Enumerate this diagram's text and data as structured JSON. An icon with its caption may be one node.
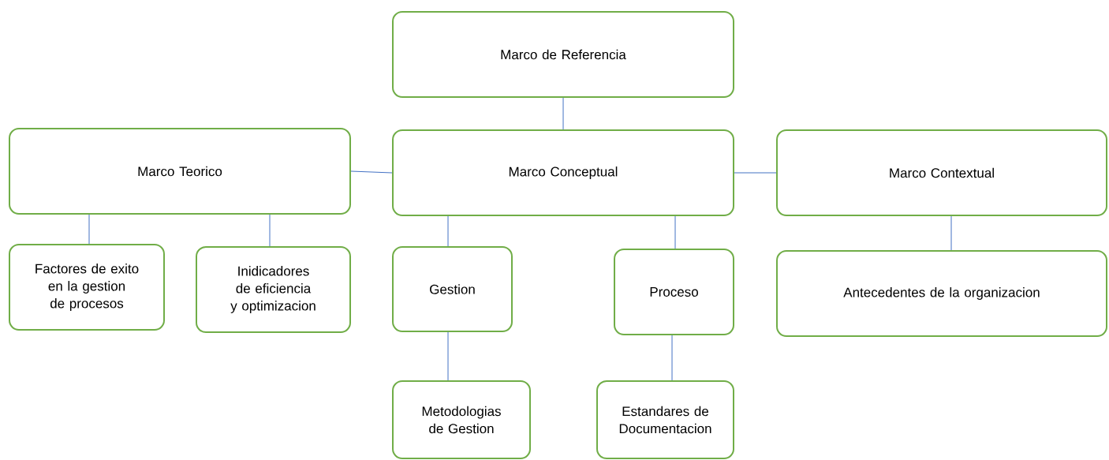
{
  "diagram": {
    "nodes": [
      {
        "text": [
          "Marco de Referencia"
        ]
      },
      {
        "text": [
          "Marco Teorico"
        ]
      },
      {
        "text": [
          "Marco Conceptual"
        ]
      },
      {
        "text": [
          "Marco Contextual"
        ]
      },
      {
        "text": [
          "Factores de exito en la gestion de procesos"
        ]
      },
      {
        "text": [
          "Inidicadores de eficiencia y optimizacion"
        ]
      },
      {
        "text": [
          "Gestion"
        ]
      },
      {
        "text": [
          "Proceso"
        ]
      },
      {
        "text": [
          "Antecedentes de la organizacion"
        ]
      },
      {
        "text": [
          "Metodologias de Gestion"
        ]
      },
      {
        "text": [
          "Estandares de Documentacion"
        ]
      }
    ],
    "edges": [
      {
        "from": 0,
        "to": 2,
        "arrow": "none"
      },
      {
        "from": 1,
        "to": 2,
        "arrow": "none"
      },
      {
        "from": 2,
        "to": 3,
        "arrow": "none"
      },
      {
        "from": 1,
        "to": 4,
        "arrow": "none"
      },
      {
        "from": 1,
        "to": 5,
        "arrow": "none"
      },
      {
        "from": 2,
        "to": 6,
        "arrow": "none"
      },
      {
        "from": 2,
        "to": 7,
        "arrow": "none"
      },
      {
        "from": 3,
        "to": 8,
        "arrow": "none"
      },
      {
        "from": 6,
        "to": 9,
        "arrow": "none"
      },
      {
        "from": 7,
        "to": 10,
        "arrow": "none"
      }
    ]
  }
}
